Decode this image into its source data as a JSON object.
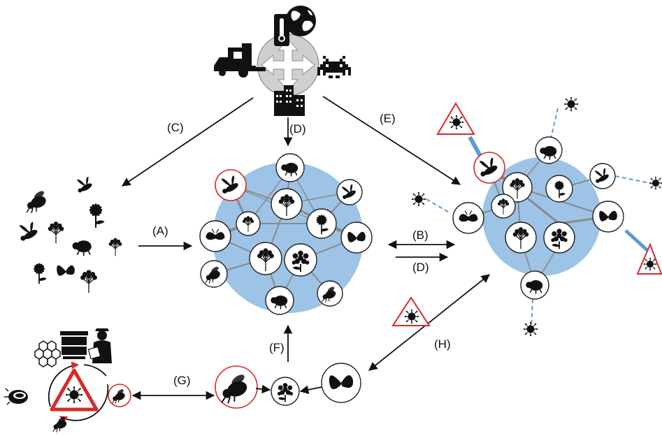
{
  "labels": {
    "a": "(A)",
    "b": "(B)",
    "c": "(C)",
    "d_top": "(D)",
    "d_right": "(D)",
    "e": "(E)",
    "f": "(F)",
    "g": "(G)",
    "h": "(H)"
  },
  "colors": {
    "network_fill": "#9dc3e6",
    "pathogen_red": "#d62a2a",
    "pathogen_link": "#5b9bd5",
    "hub_grey": "#cfcfcf"
  },
  "icons": {
    "drivers_hub": "four-way-arrows-icon",
    "climate": "thermometer-icon",
    "globe": "globe-icon",
    "agriculture": "harvester-icon",
    "invasive": "space-invader-icon",
    "urban": "city-buildings-icon",
    "pathogen": "virus-icon",
    "hazard": "warning-triangle-icon",
    "beekeeper": "beekeeper-icon",
    "hive": "beehive-icon",
    "comb": "honeycomb-icon",
    "mite": "varroa-mite-icon"
  }
}
